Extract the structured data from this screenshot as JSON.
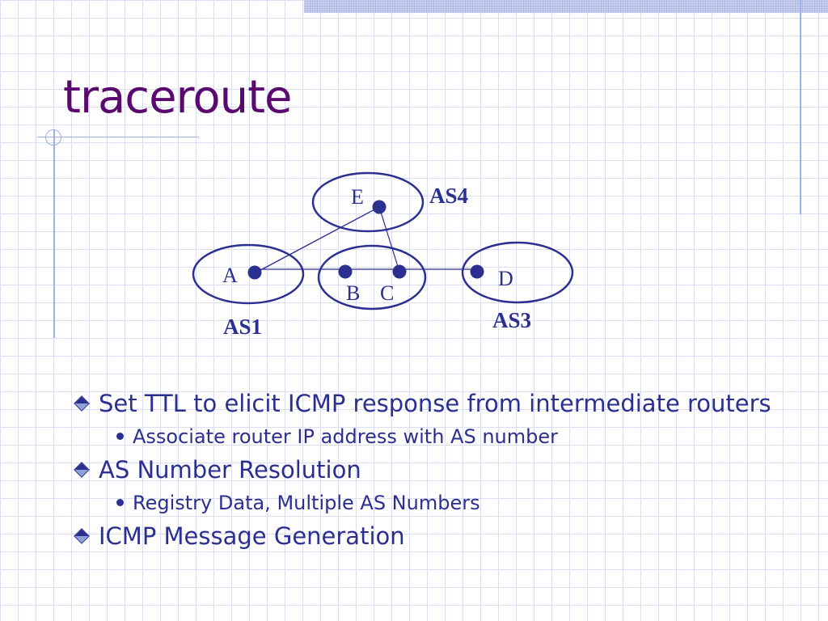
{
  "slide": {
    "title": "traceroute"
  },
  "diagram": {
    "nodes": {
      "A": "A",
      "B": "B",
      "C": "C",
      "D": "D",
      "E": "E"
    },
    "as_labels": {
      "as1": "AS1",
      "as3": "AS3",
      "as4": "AS4"
    }
  },
  "bullets": [
    {
      "text": "Set TTL to elicit ICMP response from intermediate routers",
      "sub": "Associate router IP address with AS number"
    },
    {
      "text": "AS Number Resolution",
      "sub": "Registry Data, Multiple AS Numbers"
    },
    {
      "text": "ICMP Message Generation"
    }
  ],
  "colors": {
    "title": "#5a0a6e",
    "body_text": "#2b2f8f",
    "diagram": "#2b2f8f",
    "grid": "#d9def0",
    "accent_lines": "#9fb0e6"
  }
}
